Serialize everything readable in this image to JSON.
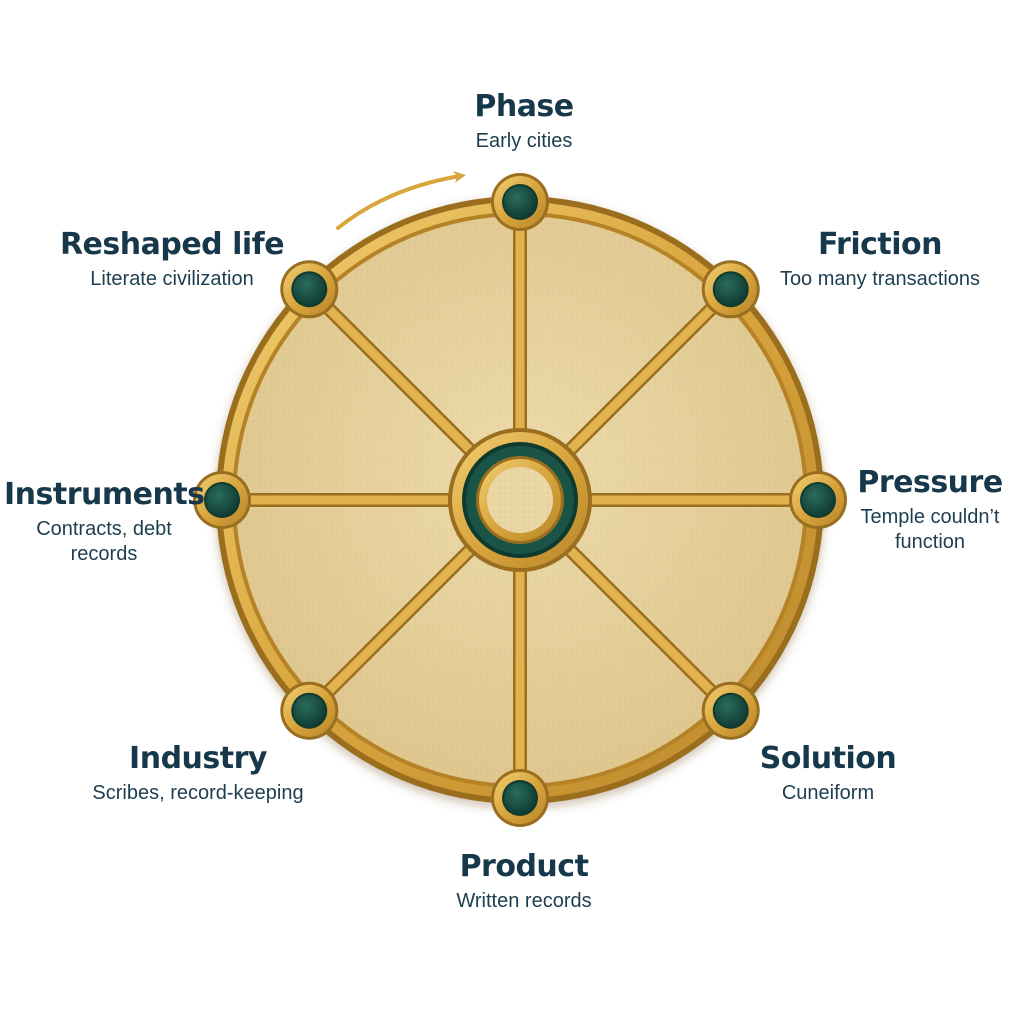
{
  "colors": {
    "gold": "#d9a53d",
    "gold_dark": "#9a6e1f",
    "gold_light": "#f1cf73",
    "parchment": "#ead6a3",
    "node_green": "#1a5446",
    "node_green_dark": "#0f3a30",
    "text_navy": "#16384a"
  },
  "stages": [
    {
      "title": "Phase",
      "desc": "Early cities"
    },
    {
      "title": "Friction",
      "desc": "Too many transactions"
    },
    {
      "title": "Pressure",
      "desc": "Temple couldn’t function"
    },
    {
      "title": "Solution",
      "desc": "Cuneiform"
    },
    {
      "title": "Product",
      "desc": "Written records"
    },
    {
      "title": "Industry",
      "desc": "Scribes, record-keeping"
    },
    {
      "title": "Instruments",
      "desc": "Contracts, debt records"
    },
    {
      "title": "Reshaped life",
      "desc": "Literate civilization"
    }
  ]
}
